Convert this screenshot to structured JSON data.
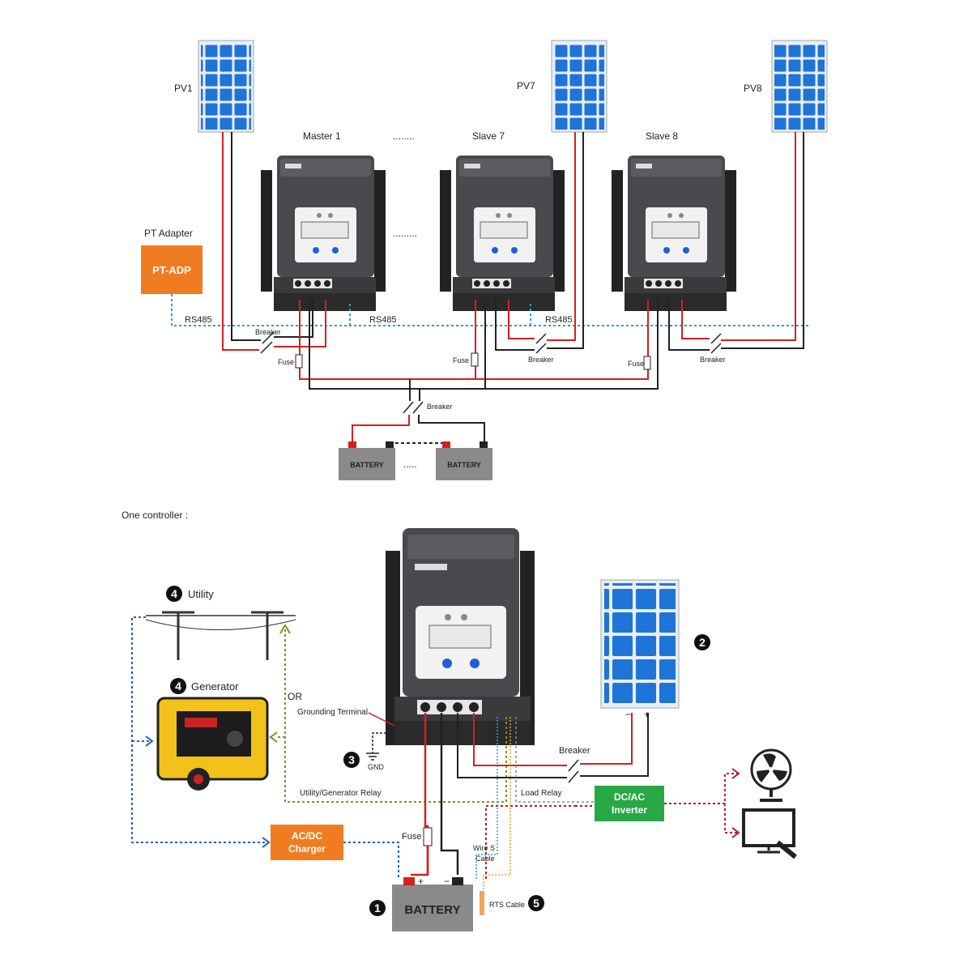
{
  "top": {
    "pv_labels": [
      "PV1",
      "PV7",
      "PV8"
    ],
    "controller_labels": [
      "Master 1",
      "Slave 7",
      "Slave 8"
    ],
    "pt_adapter_label": "PT Adapter",
    "pt_adp_box": "PT-ADP",
    "rs485": [
      "RS485",
      "RS485",
      "RS485"
    ],
    "breaker": "Breaker",
    "fuse": "Fuse",
    "battery": "BATTERY"
  },
  "bottom": {
    "section_title": "One controller :",
    "utility": "Utility",
    "generator": "Generator",
    "or": "OR",
    "grounding_terminal": "Grounding Terminal",
    "gnd": "GND",
    "breaker": "Breaker",
    "load_relay": "Load Relay",
    "utility_generator_relay": "Utility/Generator Relay",
    "ac_dc_charger_1": "AC/DC",
    "ac_dc_charger_2": "Charger",
    "dc_ac_inverter_1": "DC/AC",
    "dc_ac_inverter_2": "Inverter",
    "fuse": "Fuse",
    "battery": "BATTERY",
    "wire_s_1": "Wire S",
    "wire_s_2": "Cable",
    "rts_cable": "RTS Cable",
    "plus": "+",
    "minus": "−",
    "numbers": {
      "n1": "1",
      "n2": "2",
      "n3": "3",
      "n4": "4",
      "n5": "5"
    }
  },
  "colors": {
    "panel_blue": "#1a73d9",
    "orange": "#f07c22",
    "green": "#27a845",
    "wire_red": "#d42020",
    "wire_black": "#222222",
    "rs485_blue": "#2c9bd9"
  }
}
